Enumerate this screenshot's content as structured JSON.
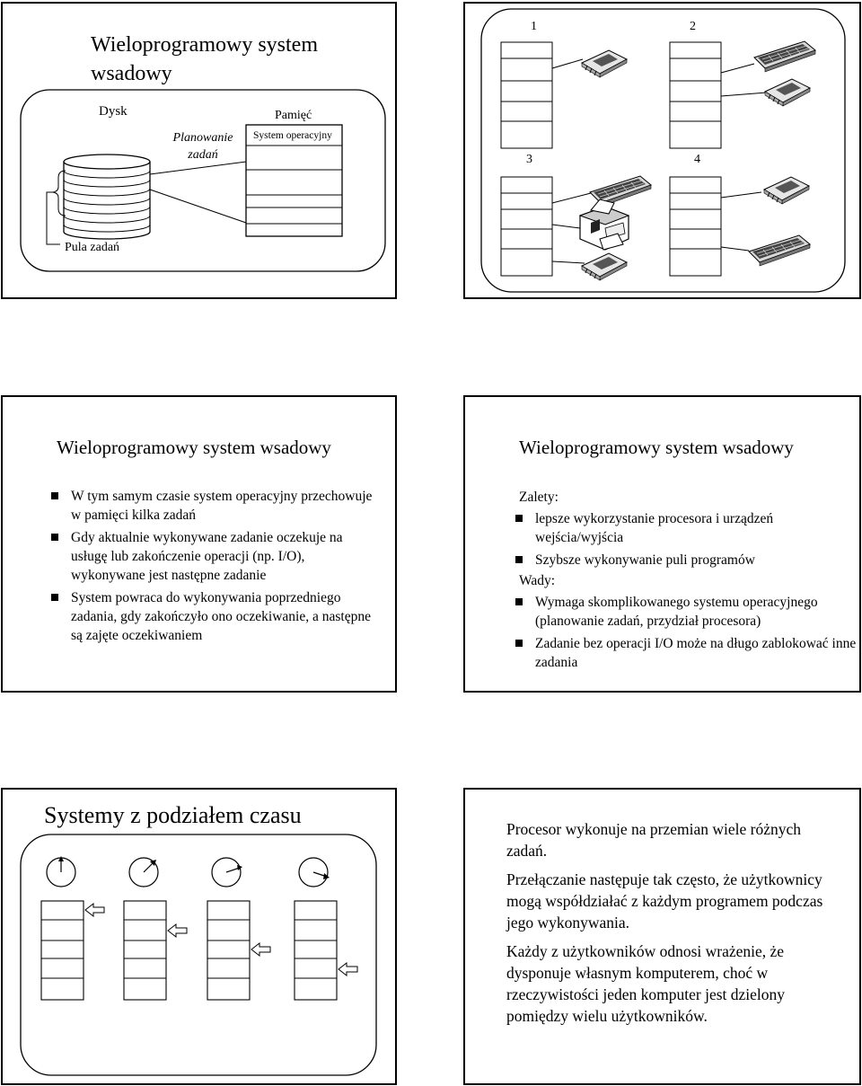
{
  "slide1": {
    "title_line1": "Wieloprogramowy system",
    "title_line2": "wsadowy",
    "disk": "Dysk",
    "scheduling_line1": "Planowanie",
    "scheduling_line2": "zadań",
    "memory": "Pamięć",
    "os": "System operacyjny",
    "pool": "Pula zadań"
  },
  "slide2": {
    "labels": [
      "1",
      "2",
      "3",
      "4"
    ],
    "icons": [
      "chip-icon",
      "keyboard-icon",
      "printer-icon"
    ]
  },
  "slide3": {
    "title": "Wieloprogramowy system wsadowy",
    "bullets": [
      "W tym samym czasie system operacyjny przechowuje w pamięci kilka zadań",
      "Gdy aktualnie wykonywane zadanie oczekuje na usługę lub zakończenie operacji (np. I/O), wykonywane jest następne zadanie",
      "System powraca do wykonywania poprzedniego zadania, gdy zakończyło ono oczekiwanie, a następne są zajęte oczekiwaniem"
    ]
  },
  "slide4": {
    "title": "Wieloprogramowy system wsadowy",
    "pros_label": "Zalety:",
    "pros": [
      "lepsze wykorzystanie procesora i urządzeń wejścia/wyjścia",
      "Szybsze wykonywanie puli programów"
    ],
    "cons_label": "Wady:",
    "cons": [
      "Wymaga skomplikowanego systemu operacyjnego (planowanie zadań, przydział procesora)",
      "Zadanie bez operacji I/O może na długo zablokować inne zadania"
    ]
  },
  "slide5": {
    "title": "Systemy z podziałem czasu"
  },
  "slide6": {
    "paragraphs": [
      "Procesor wykonuje na przemian wiele różnych zadań.",
      "Przełączanie następuje tak często, że użytkownicy mogą współdziałać z każdym programem podczas jego wykonywania.",
      "Każdy z użytkowników odnosi wrażenie, że dysponuje własnym komputerem, choć w rzeczywistości jeden komputer jest dzielony pomiędzy wielu użytkowników."
    ]
  }
}
